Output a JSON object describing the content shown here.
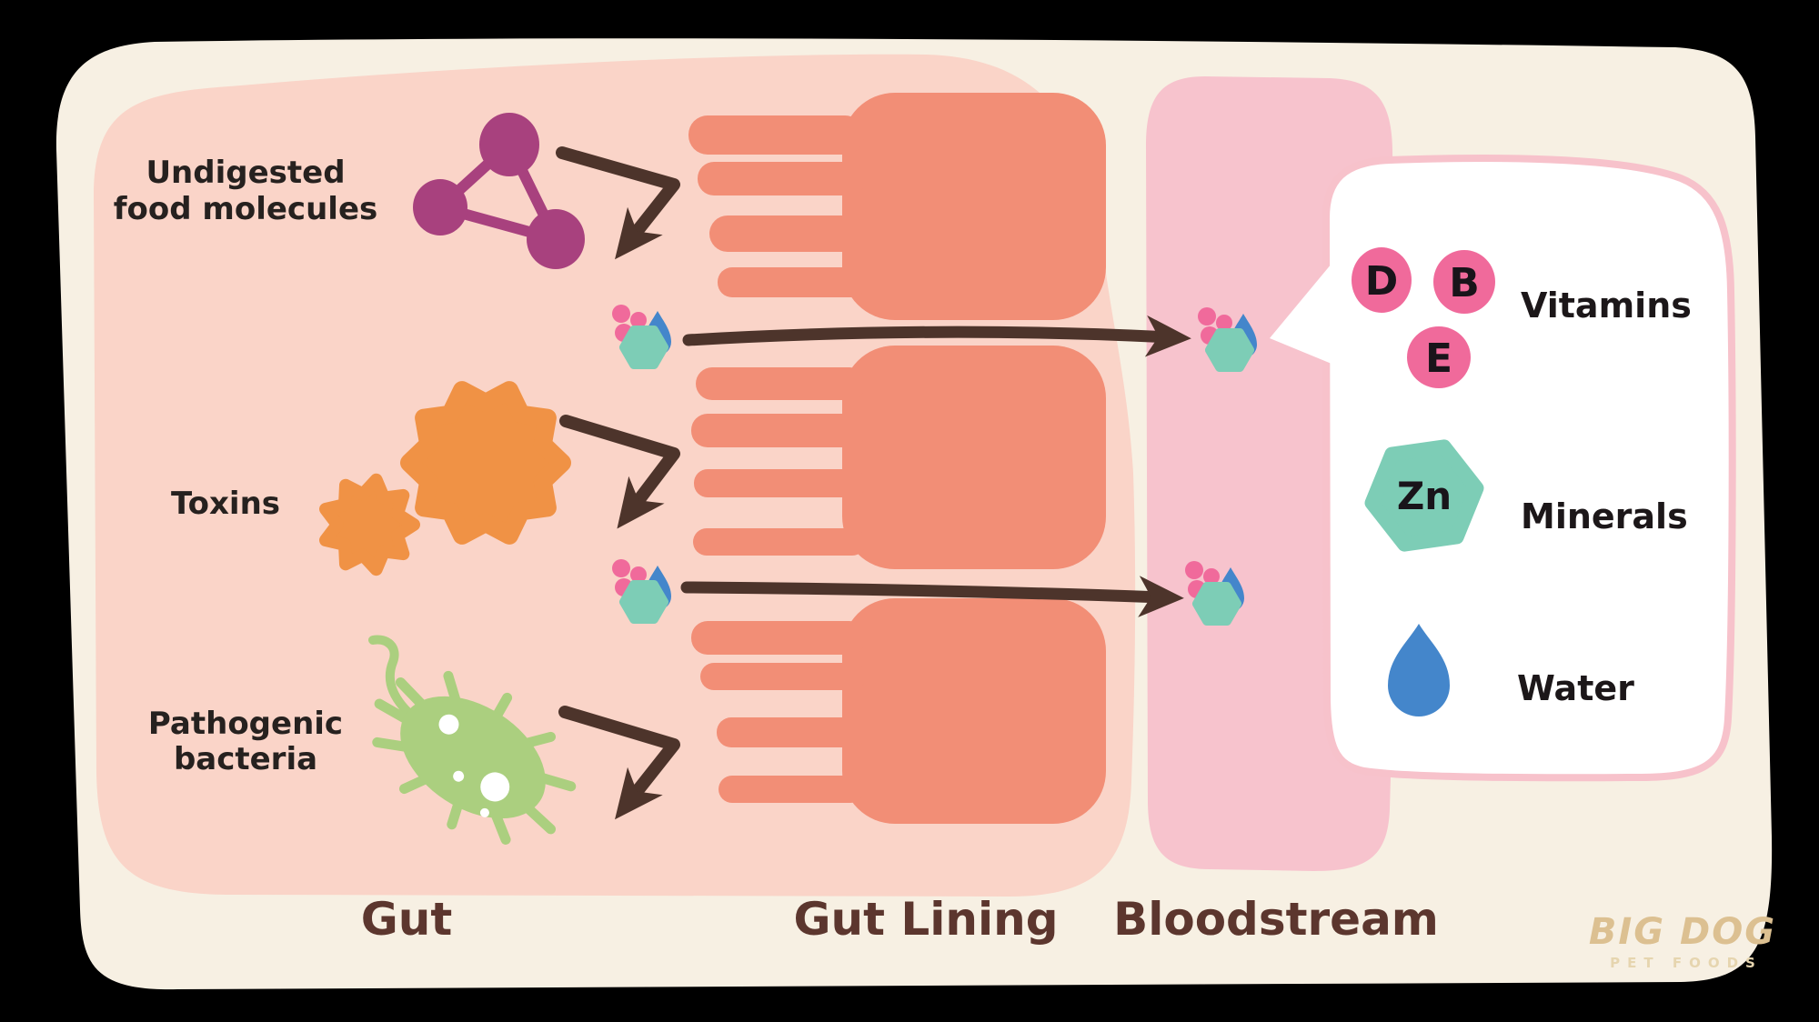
{
  "labels": {
    "undigested": {
      "line1": "Undigested",
      "line2": "food molecules"
    },
    "toxins": "Toxins",
    "pathogenic": {
      "line1": "Pathogenic",
      "line2": "bacteria"
    }
  },
  "sections": {
    "gut": "Gut",
    "gut_lining": "Gut Lining",
    "bloodstream": "Bloodstream"
  },
  "legend": {
    "vitamins": {
      "label": "Vitamins",
      "badge_d": "D",
      "badge_b": "B",
      "badge_e": "E"
    },
    "minerals": {
      "label": "Minerals",
      "badge_zn": "Zn"
    },
    "water": {
      "label": "Water"
    }
  },
  "logo": {
    "name": "BIG DOG",
    "tagline": "PET FOODS"
  },
  "colors": {
    "background": "#000000",
    "cream_panel": "#F7F0E3",
    "gut_pink": "#FAD4C8",
    "villi_salmon": "#F28E76",
    "bloodstream_pink": "#F7C3CD",
    "bubble_border": "#F7C2CB",
    "bubble_fill": "#FFFFFF",
    "arrow_brown": "#4D342B",
    "molecule_purple": "#A8417E",
    "toxin_orange": "#F09245",
    "bacteria_green": "#ABCF7F",
    "vitamin_pink": "#F06A9B",
    "mineral_teal": "#7DCDB6",
    "water_blue": "#4486CB",
    "section_label": "#5C362E",
    "logo_gold": "#DCC091"
  }
}
